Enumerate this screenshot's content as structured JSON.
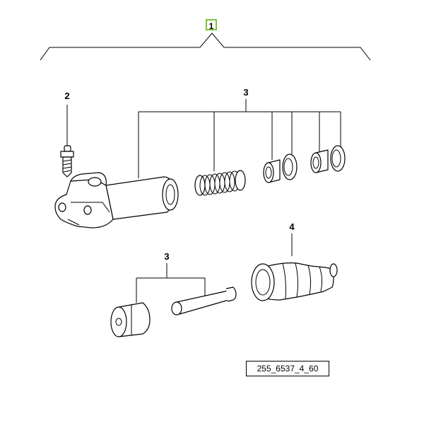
{
  "diagram": {
    "callouts": {
      "main": "1",
      "bleeder": "2",
      "kit_upper": "3",
      "boot": "4",
      "kit_lower": "3"
    },
    "reference_code": "255_6537_4_60",
    "colors": {
      "highlight": "#7cc33c",
      "line": "#000000",
      "background": "#ffffff"
    }
  }
}
